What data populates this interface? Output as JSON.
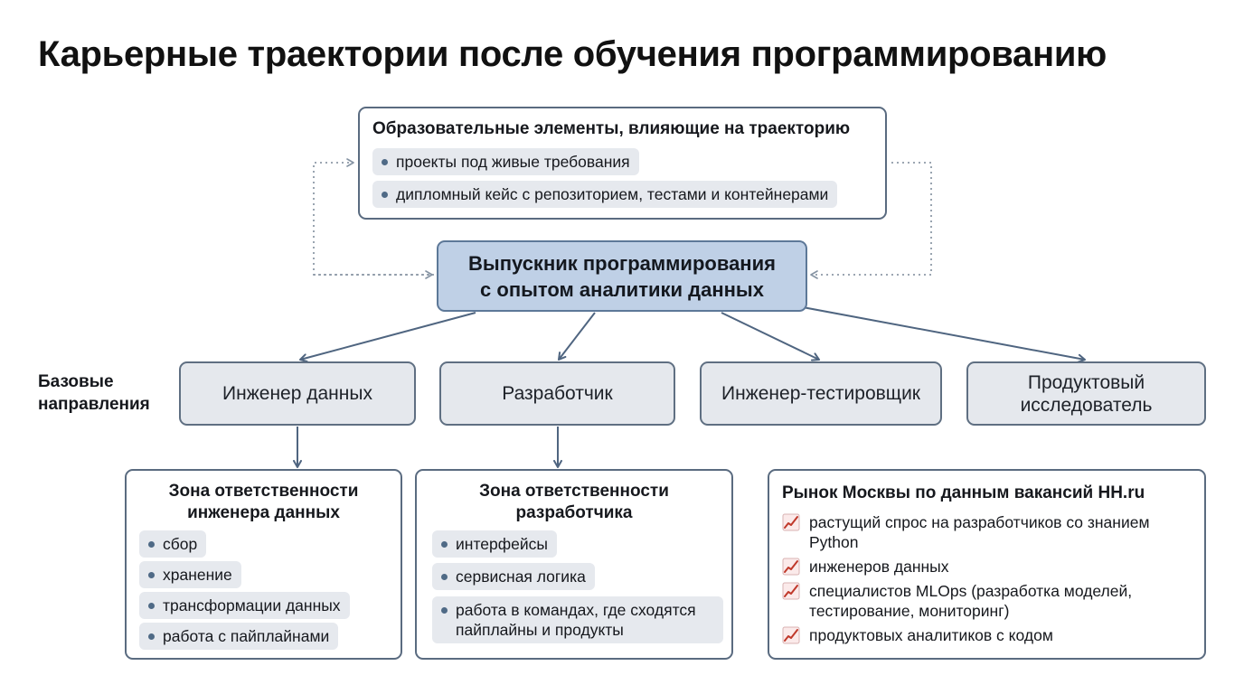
{
  "title": "Карьерные траектории после обучения программированию",
  "education": {
    "heading": "Образовательные элементы, влияющие на траекторию",
    "items": [
      "проекты под живые требования",
      "дипломный кейс с репозиторием, тестами и контейнерами"
    ]
  },
  "graduate": {
    "line1": "Выпускник программирования",
    "line2": "с опытом аналитики данных"
  },
  "base_label": {
    "line1": "Базовые",
    "line2": "направления"
  },
  "directions": [
    {
      "line1": "Инженер данных",
      "line2": ""
    },
    {
      "line1": "Разработчик",
      "line2": ""
    },
    {
      "line1": "Инженер-тестировщик",
      "line2": ""
    },
    {
      "line1": "Продуктовый",
      "line2": "исследователь"
    }
  ],
  "responsibility_data_engineer": {
    "heading_line1": "Зона ответственности",
    "heading_line2": "инженера данных",
    "items": [
      "сбор",
      "хранение",
      "трансформации данных",
      "работа с пайплайнами"
    ]
  },
  "responsibility_developer": {
    "heading_line1": "Зона ответственности",
    "heading_line2": "разработчика",
    "items": [
      {
        "line1": "интерфейсы",
        "line2": ""
      },
      {
        "line1": "сервисная логика",
        "line2": ""
      },
      {
        "line1": "работа в командах, где сходятся",
        "line2": "пайплайны и продукты"
      }
    ]
  },
  "market": {
    "heading": "Рынок Москвы по данным вакансий HH.ru",
    "items": [
      {
        "line1": "растущий спрос на разработчиков со знанием",
        "line2": "Python"
      },
      {
        "line1": "инженеров данных",
        "line2": ""
      },
      {
        "line1": "специалистов MLOps (разработка моделей,",
        "line2": "тестирование, мониторинг)"
      },
      {
        "line1": "продуктовых аналитиков с кодом",
        "line2": ""
      }
    ],
    "item_icon": "trend-chart-icon"
  },
  "colors": {
    "graduate_fill": "#bfd0e6",
    "box_border": "#5a6b80",
    "chip_fill": "#e6e9ee",
    "arrow": "#4f6580",
    "trend_icon": "#c0392b"
  }
}
